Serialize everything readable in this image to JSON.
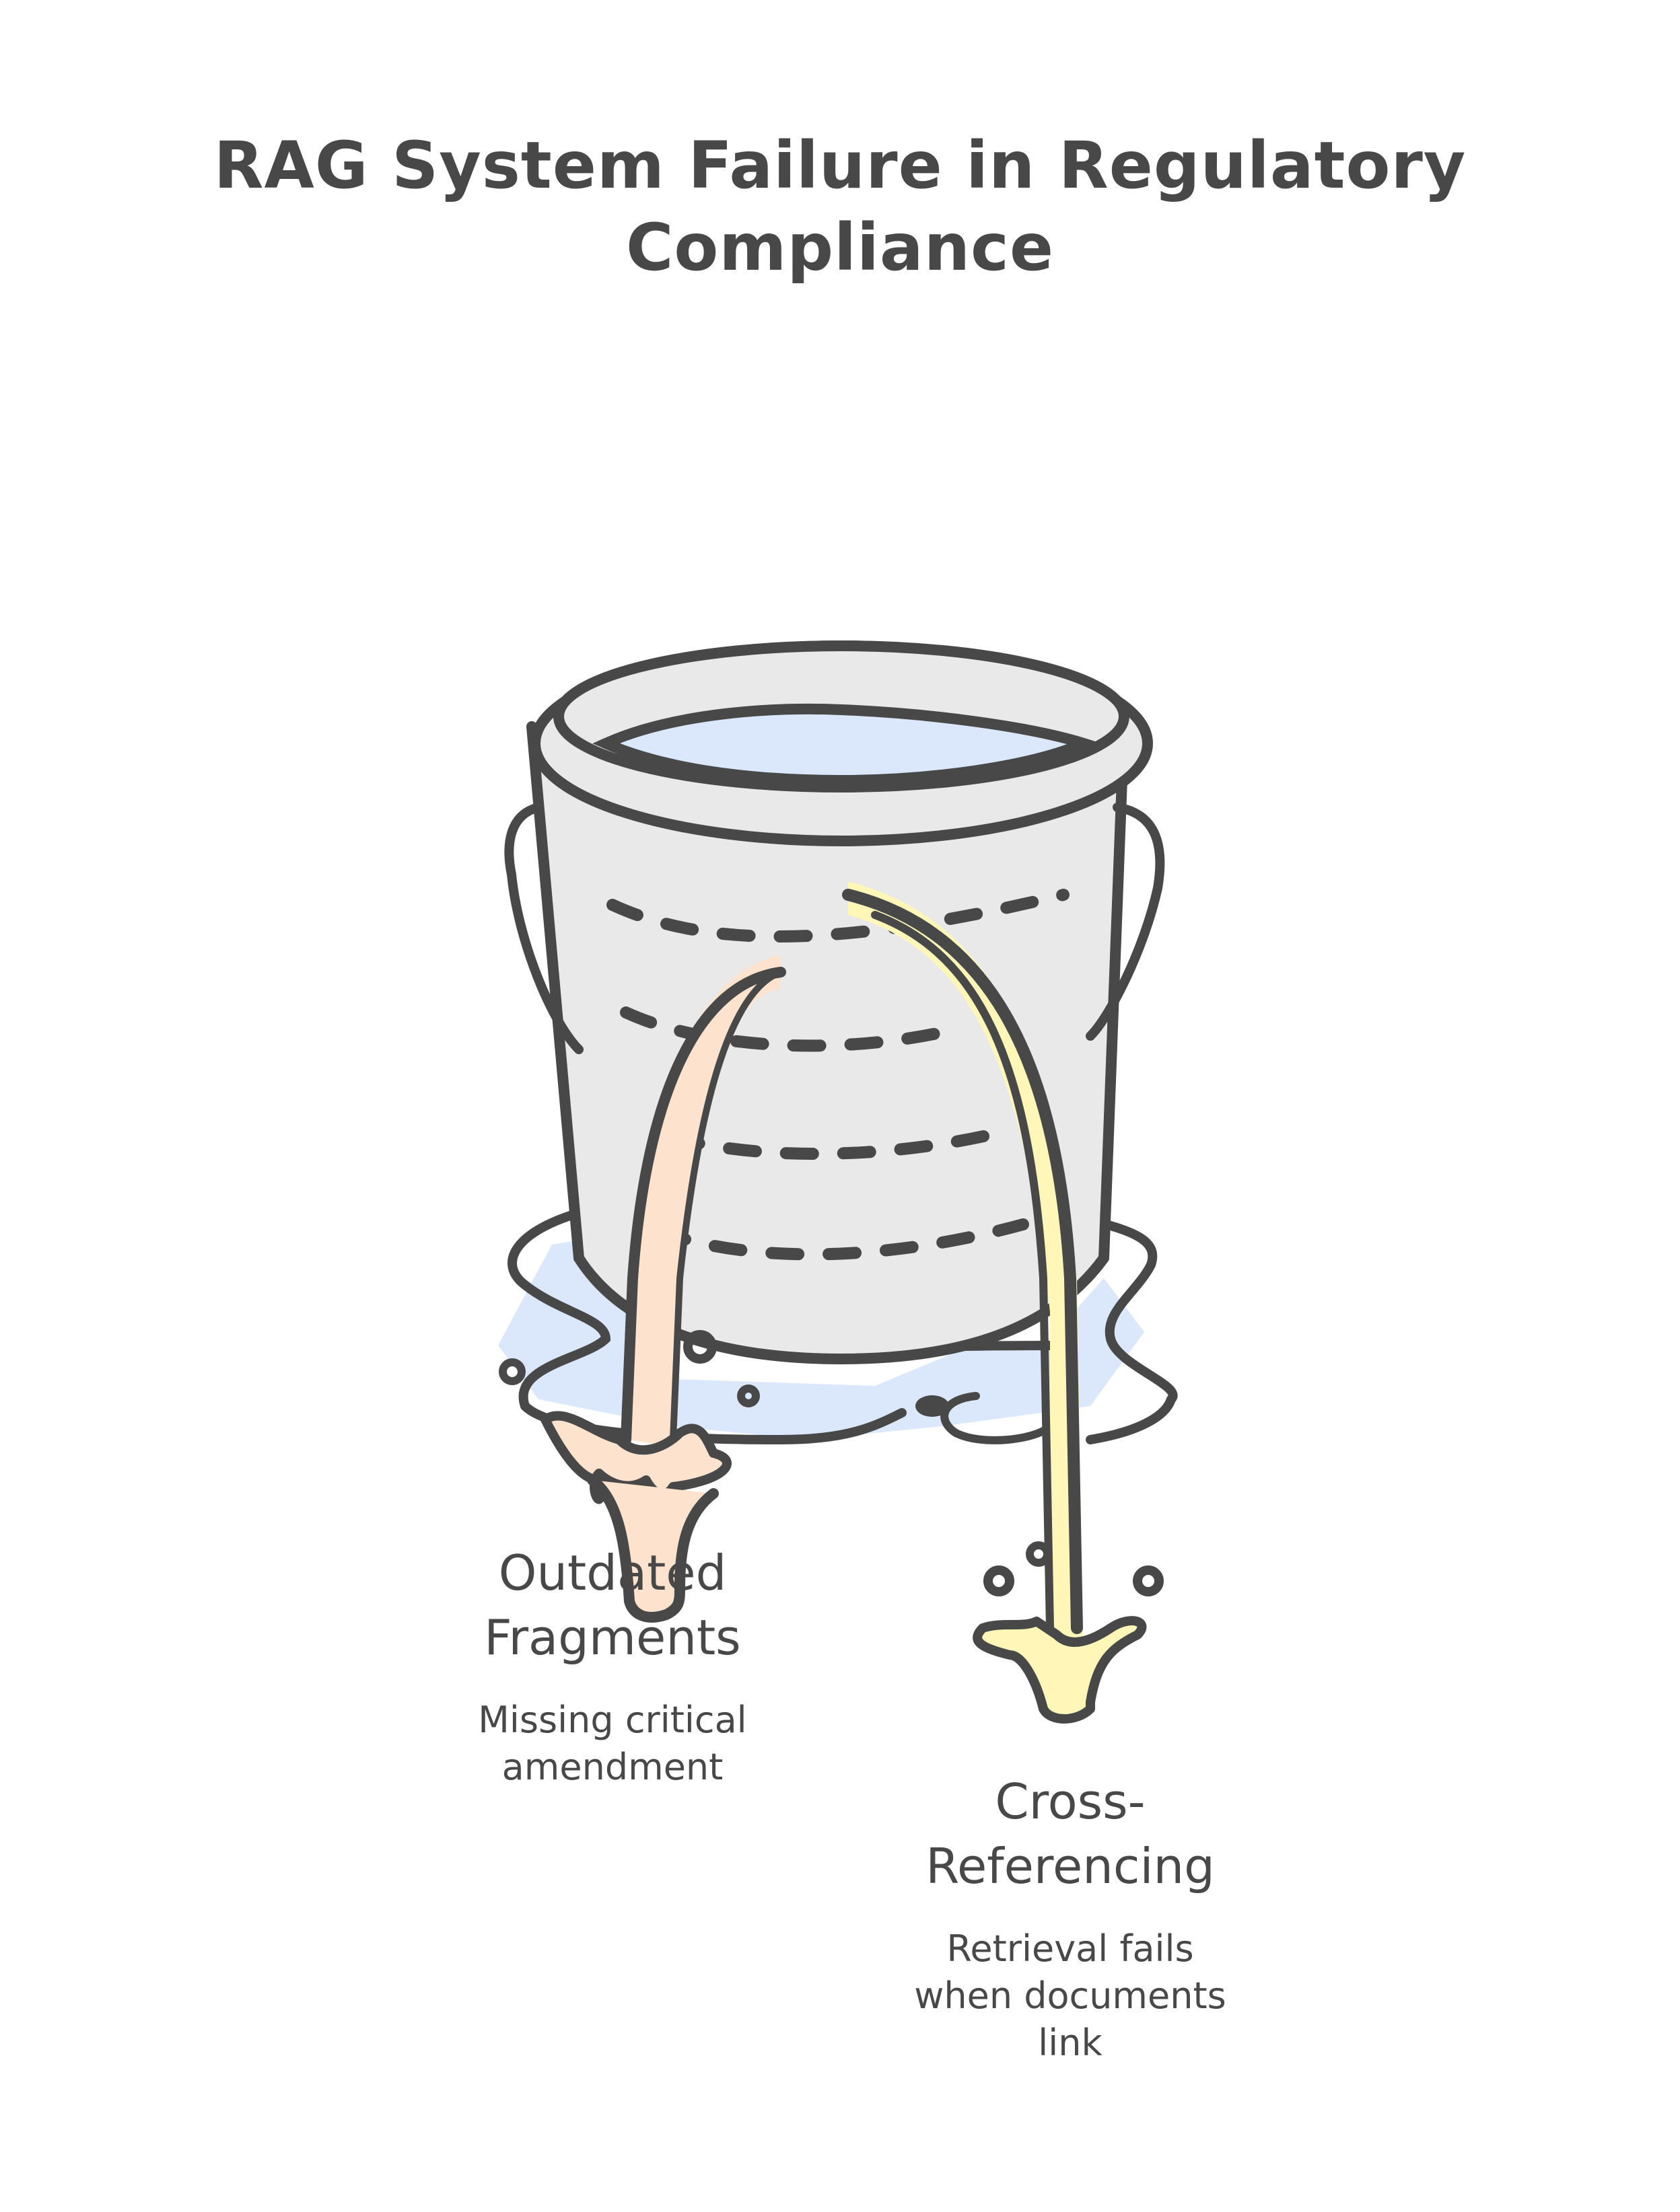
{
  "title": {
    "line1": "RAG System Failure in Regulatory",
    "line2": "Compliance"
  },
  "illustration": {
    "subject": "leaking-bucket",
    "colors": {
      "stroke": "#484848",
      "bucket_fill": "#e9e9e9",
      "water_fill": "#dbe8fc",
      "leak_left_fill": "#fde3cd",
      "leak_right_fill": "#fff6b8",
      "background": "#ffffff"
    }
  },
  "leaks": [
    {
      "id": "outdated-fragments",
      "title_line1": "Outdated",
      "title_line2": "Fragments",
      "desc_line1": "Missing critical",
      "desc_line2": "amendment",
      "color": "#fde3cd"
    },
    {
      "id": "cross-referencing",
      "title_line1": "Cross-",
      "title_line2": "Referencing",
      "desc_line1": "Retrieval fails",
      "desc_line2": "when documents",
      "desc_line3": "link",
      "color": "#fff6b8"
    }
  ]
}
